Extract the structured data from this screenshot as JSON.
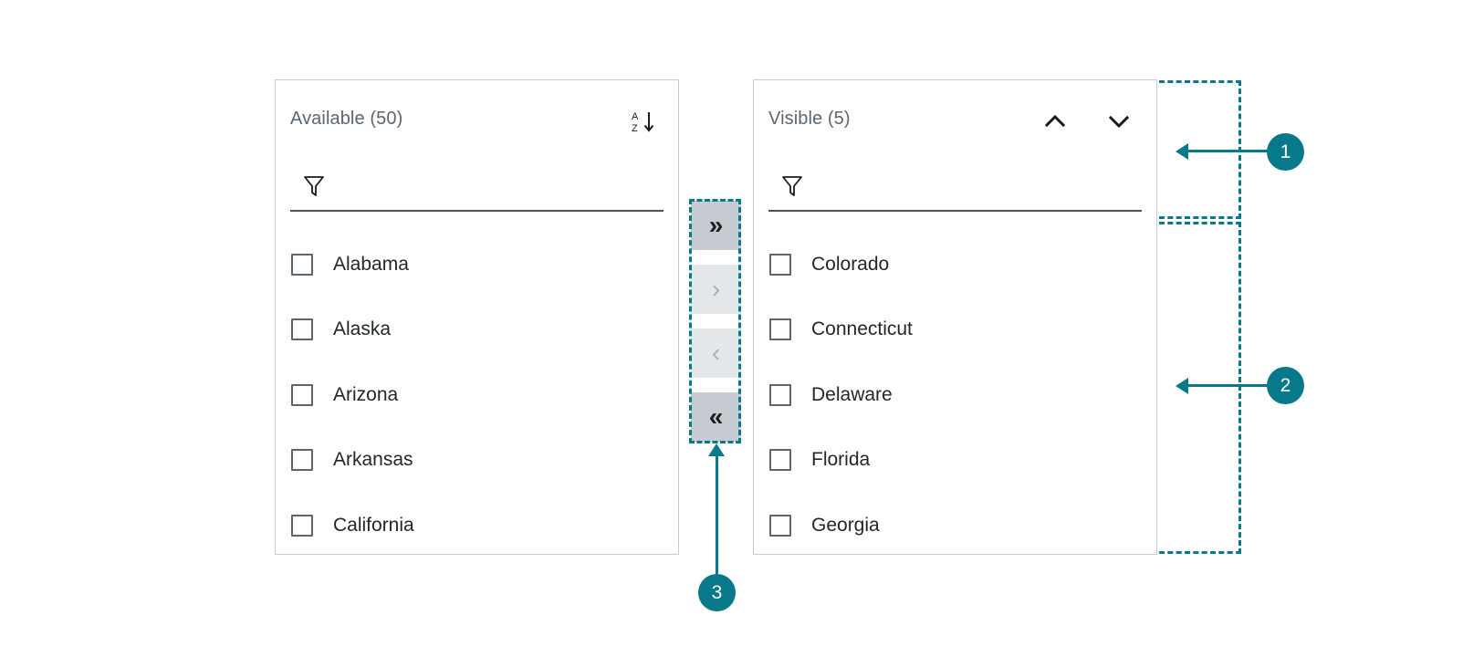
{
  "accent_color": "#07798a",
  "panels": [
    {
      "id": "available",
      "title": "Available (50)",
      "filter": {
        "value": "",
        "placeholder": ""
      },
      "header_actions": [
        {
          "name": "sort-az-icon",
          "label": "A–Z sort"
        }
      ],
      "items": [
        {
          "label": "Alabama",
          "checked": false
        },
        {
          "label": "Alaska",
          "checked": false
        },
        {
          "label": "Arizona",
          "checked": false
        },
        {
          "label": "Arkansas",
          "checked": false
        },
        {
          "label": "California",
          "checked": false
        }
      ]
    },
    {
      "id": "visible",
      "title": "Visible (5)",
      "filter": {
        "value": "",
        "placeholder": ""
      },
      "header_actions": [
        {
          "name": "move-up-icon",
          "label": "Move up"
        },
        {
          "name": "move-down-icon",
          "label": "Move down"
        }
      ],
      "items": [
        {
          "label": "Colorado",
          "checked": false
        },
        {
          "label": "Connecticut",
          "checked": false
        },
        {
          "label": "Delaware",
          "checked": false
        },
        {
          "label": "Florida",
          "checked": false
        },
        {
          "label": "Georgia",
          "checked": false
        }
      ]
    }
  ],
  "transfer_buttons": [
    {
      "name": "move-all-right-button",
      "glyph": "»",
      "enabled": true
    },
    {
      "name": "move-right-button",
      "glyph": "›",
      "enabled": false
    },
    {
      "name": "move-left-button",
      "glyph": "‹",
      "enabled": false
    },
    {
      "name": "move-all-left-button",
      "glyph": "«",
      "enabled": true
    }
  ],
  "annotations": [
    {
      "number": "1"
    },
    {
      "number": "2"
    },
    {
      "number": "3"
    }
  ]
}
